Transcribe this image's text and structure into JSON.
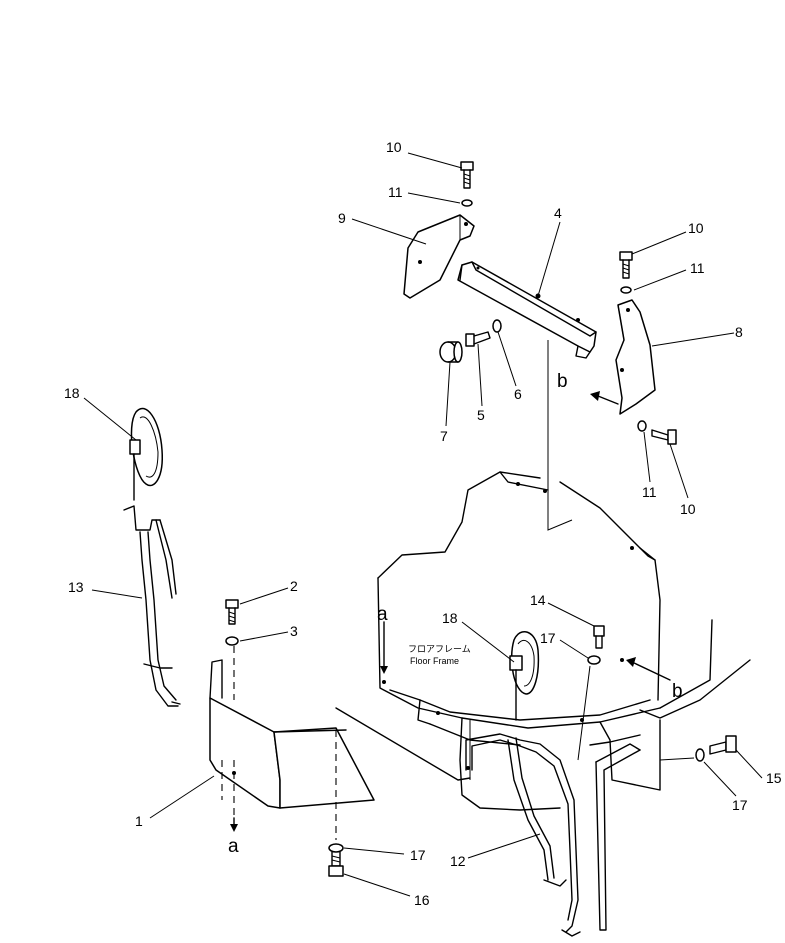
{
  "callouts": {
    "c10a": "10",
    "c11a": "11",
    "c9": "9",
    "c4": "4",
    "c10b": "10",
    "c11b": "11",
    "c8": "8",
    "c7": "7",
    "c5": "5",
    "c6": "6",
    "c11c": "11",
    "c10c": "10",
    "c18a": "18",
    "c13": "13",
    "c2": "2",
    "c3": "3",
    "c1": "1",
    "c17a": "17",
    "c16": "16",
    "c18b": "18",
    "c14": "14",
    "c17b": "17",
    "c12": "12",
    "c15": "15",
    "c17c": "17"
  },
  "arrows": {
    "a_top": "a",
    "a_bottom": "a",
    "b_left": "b",
    "b_right": "b"
  },
  "floor_frame": {
    "jp": "フロアフレーム",
    "en": "Floor Frame"
  }
}
